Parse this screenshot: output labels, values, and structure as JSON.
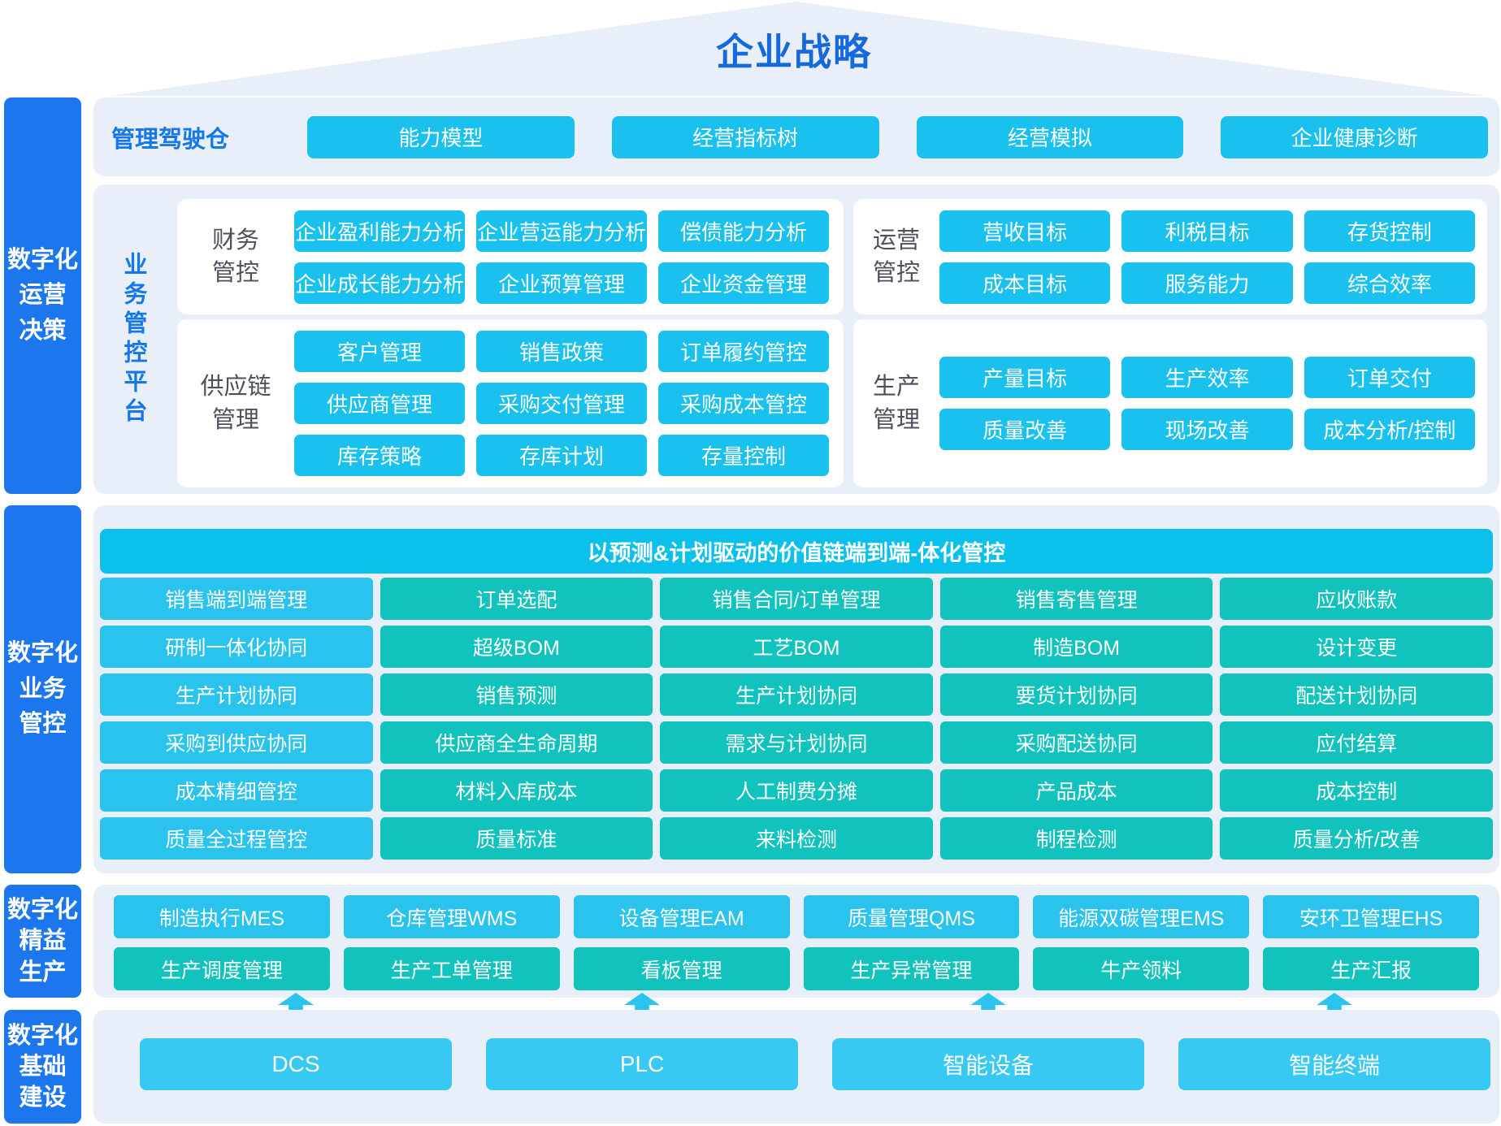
{
  "strategy_title": "企业战略",
  "colors": {
    "sidebar_blue": "#1c76ee",
    "cyan": "#1ac1ee",
    "teal": "#12c2bc",
    "banner_cyan": "#0cc0ec",
    "infra_cyan": "#38c9f2",
    "arrow_cyan": "#2bc4f1",
    "section_bg": "#e8eff9",
    "panel_bg": "#ffffff",
    "title_blue": "#1569dd",
    "label_blue": "#1677e8",
    "panel_title_gray": "#4d515c"
  },
  "sidebar": {
    "blocks": [
      {
        "lines": [
          "数字化",
          "运营",
          "决策"
        ]
      },
      {
        "lines": [
          "数字化",
          "业务",
          "管控"
        ]
      },
      {
        "lines": [
          "数字化",
          "精益",
          "生产"
        ]
      },
      {
        "lines": [
          "数字化",
          "基础",
          "建设"
        ]
      }
    ]
  },
  "cockpit": {
    "label": "管理驾驶仓",
    "items": [
      "能力模型",
      "经营指标树",
      "经营模拟",
      "企业健康诊断"
    ]
  },
  "operations_platform": {
    "vertical_label": "业务管控平台",
    "finance": {
      "title_lines": [
        "财务",
        "管控"
      ],
      "rows": [
        [
          "企业盈利能力分析",
          "企业营运能力分析",
          "偿债能力分析"
        ],
        [
          "企业成长能力分析",
          "企业预算管理",
          "企业资金管理"
        ]
      ]
    },
    "operation": {
      "title_lines": [
        "运营",
        "管控"
      ],
      "rows": [
        [
          "营收目标",
          "利税目标",
          "存货控制"
        ],
        [
          "成本目标",
          "服务能力",
          "综合效率"
        ]
      ]
    },
    "supply_chain": {
      "title_lines": [
        "供应链",
        "管理"
      ],
      "rows": [
        [
          "客户管理",
          "销售政策",
          "订单履约管控"
        ],
        [
          "供应商管理",
          "采购交付管理",
          "采购成本管控"
        ],
        [
          "库存策略",
          "存库计划",
          "存量控制"
        ]
      ]
    },
    "production": {
      "title_lines": [
        "生产",
        "管理"
      ],
      "rows": [
        [
          "产量目标",
          "生产效率",
          "订单交付"
        ],
        [
          "质量改善",
          "现场改善",
          "成本分析/控制"
        ]
      ]
    }
  },
  "business_control": {
    "banner": "以预测&计划驱动的价值链端到端-体化管控",
    "rows": [
      [
        "销售端到端管理",
        "订单选配",
        "销售合同/订单管理",
        "销售寄售管理",
        "应收账款"
      ],
      [
        "研制一体化协同",
        "超级BOM",
        "工艺BOM",
        "制造BOM",
        "设计变更"
      ],
      [
        "生产计划协同",
        "销售预测",
        "生产计划协同",
        "要货计划协同",
        "配送计划协同"
      ],
      [
        "采购到供应协同",
        "供应商全生命周期",
        "需求与计划协同",
        "采购配送协同",
        "应付结算"
      ],
      [
        "成本精细管控",
        "材料入库成本",
        "人工制费分摊",
        "产品成本",
        "成本控制"
      ],
      [
        "质量全过程管控",
        "质量标准",
        "来料检测",
        "制程检测",
        "质量分析/改善"
      ]
    ]
  },
  "lean_production": {
    "rows": [
      [
        "制造执行MES",
        "仓库管理WMS",
        "设备管理EAM",
        "质量管理QMS",
        "能源双碳管理EMS",
        "安环卫管理EHS"
      ],
      [
        "生产调度管理",
        "生产工单管理",
        "看板管理",
        "生产异常管理",
        "牛产领料",
        "生产汇报"
      ]
    ]
  },
  "infrastructure": {
    "items": [
      "DCS",
      "PLC",
      "智能设备",
      "智能终端"
    ]
  }
}
